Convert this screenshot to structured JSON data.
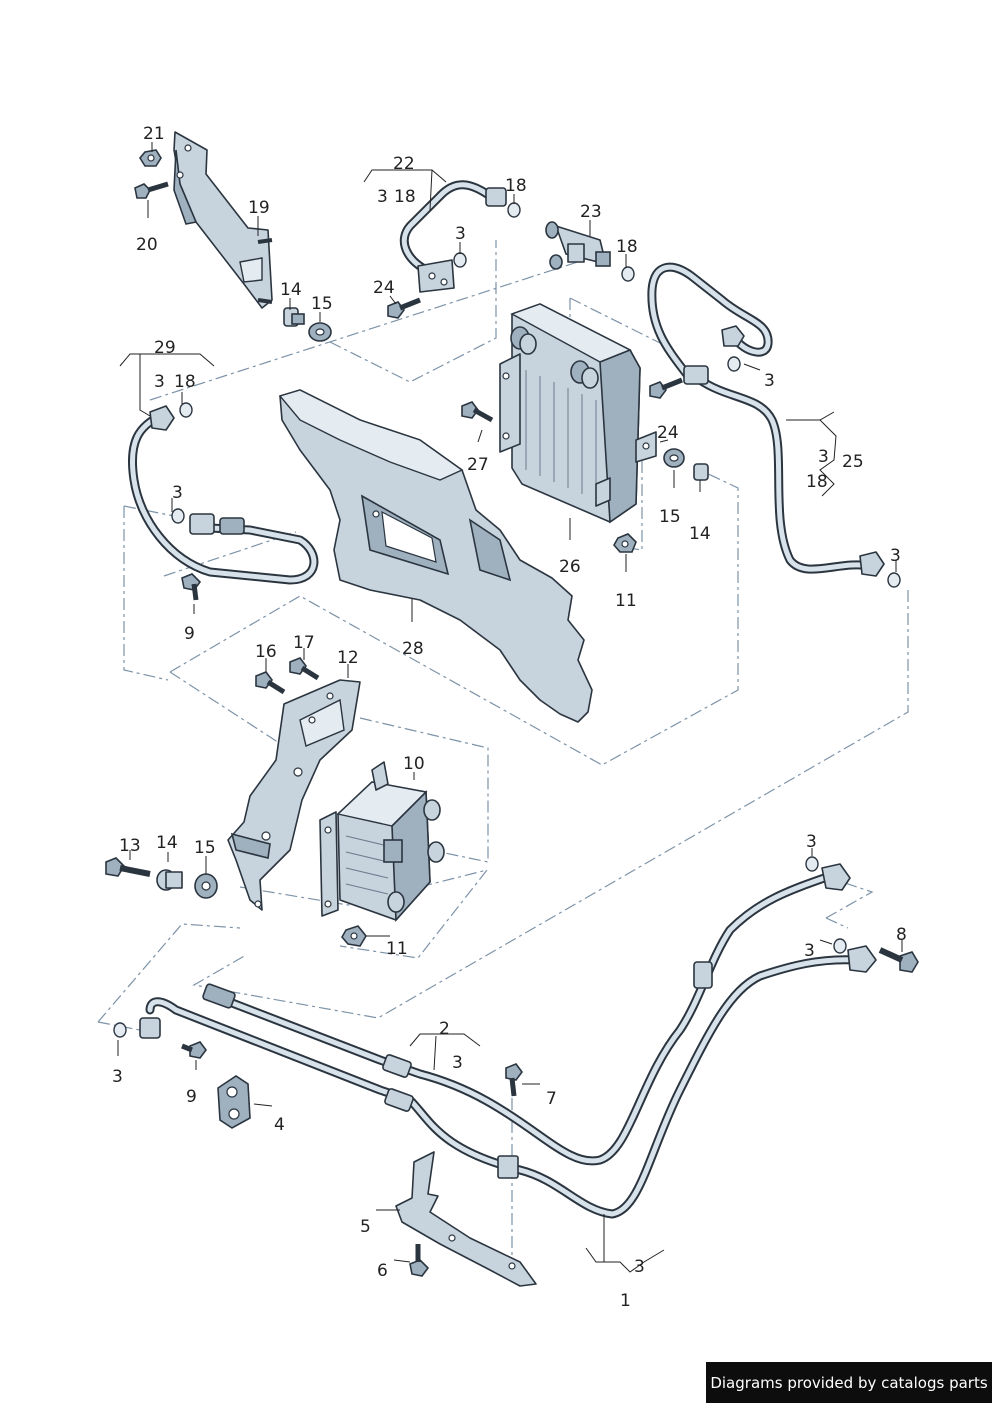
{
  "callouts": [
    {
      "id": "c21a",
      "text": "21"
    },
    {
      "id": "c20",
      "text": "20"
    },
    {
      "id": "c19",
      "text": "19"
    },
    {
      "id": "c14a",
      "text": "14"
    },
    {
      "id": "c15a",
      "text": "15"
    },
    {
      "id": "c22",
      "text": "22"
    },
    {
      "id": "c22s3",
      "text": "3"
    },
    {
      "id": "c22s18",
      "text": "18"
    },
    {
      "id": "c18a",
      "text": "18"
    },
    {
      "id": "c23",
      "text": "23"
    },
    {
      "id": "c3a",
      "text": "3"
    },
    {
      "id": "c18b",
      "text": "18"
    },
    {
      "id": "c24a",
      "text": "24"
    },
    {
      "id": "c29",
      "text": "29"
    },
    {
      "id": "c29s3",
      "text": "3"
    },
    {
      "id": "c29s18",
      "text": "18"
    },
    {
      "id": "c3b",
      "text": "3"
    },
    {
      "id": "c24b",
      "text": "24"
    },
    {
      "id": "c25s3",
      "text": "3"
    },
    {
      "id": "c25",
      "text": "25"
    },
    {
      "id": "c25s18",
      "text": "18"
    },
    {
      "id": "c27",
      "text": "27"
    },
    {
      "id": "c3c",
      "text": "3"
    },
    {
      "id": "c15b",
      "text": "15"
    },
    {
      "id": "c14b",
      "text": "14"
    },
    {
      "id": "c26",
      "text": "26"
    },
    {
      "id": "c3d",
      "text": "3"
    },
    {
      "id": "c11a",
      "text": "11"
    },
    {
      "id": "c9a",
      "text": "9"
    },
    {
      "id": "c28",
      "text": "28"
    },
    {
      "id": "c16",
      "text": "16"
    },
    {
      "id": "c17",
      "text": "17"
    },
    {
      "id": "c12",
      "text": "12"
    },
    {
      "id": "c10",
      "text": "10"
    },
    {
      "id": "c13",
      "text": "13"
    },
    {
      "id": "c14c",
      "text": "14"
    },
    {
      "id": "c15c",
      "text": "15"
    },
    {
      "id": "c3e",
      "text": "3"
    },
    {
      "id": "c3f",
      "text": "3"
    },
    {
      "id": "c8",
      "text": "8"
    },
    {
      "id": "c11b",
      "text": "11"
    },
    {
      "id": "c2",
      "text": "2"
    },
    {
      "id": "c2s3",
      "text": "3"
    },
    {
      "id": "c3g",
      "text": "3"
    },
    {
      "id": "c7",
      "text": "7"
    },
    {
      "id": "c9b",
      "text": "9"
    },
    {
      "id": "c4",
      "text": "4"
    },
    {
      "id": "c5",
      "text": "5"
    },
    {
      "id": "c1s3",
      "text": "3"
    },
    {
      "id": "c6",
      "text": "6"
    },
    {
      "id": "c1",
      "text": "1"
    }
  ],
  "credit": "Diagrams provided by catalogs parts"
}
